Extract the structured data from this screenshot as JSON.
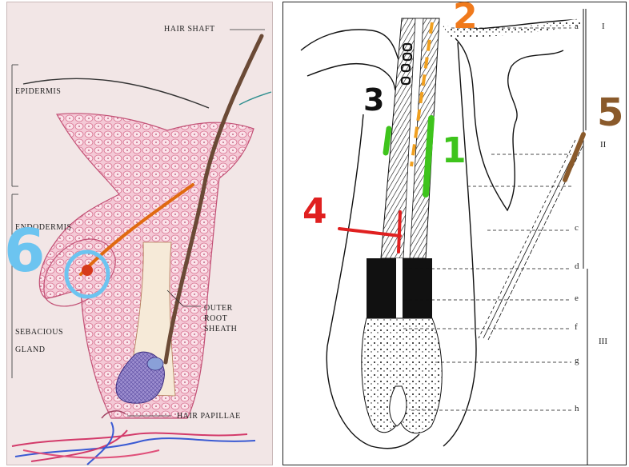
{
  "left_panel": {
    "labels": {
      "hair_shaft": "HAIR SHAFT",
      "epidermis": "EPIDERMIS",
      "endodermis": "ENDODERMIS",
      "sebaceous_line1": "SEBACIOUS",
      "sebaceous_line2": "GLAND",
      "outer_line1": "OUTER",
      "outer_line2": "ROOT",
      "outer_line3": "SHEATH",
      "hair_papillae": "HAIR PAPILLAE"
    },
    "annotation_number": "6",
    "annotation_color": "#6cc4f0"
  },
  "right_panel": {
    "letters": [
      "a",
      "c",
      "d",
      "e",
      "f",
      "g",
      "h"
    ],
    "roman": [
      "I",
      "II",
      "III"
    ],
    "annotations": [
      {
        "text": "1",
        "color": "#3ec41c"
      },
      {
        "text": "2",
        "color": "#f07a1c"
      },
      {
        "text": "3",
        "color": "#111111"
      },
      {
        "text": "4",
        "color": "#e02020"
      },
      {
        "text": "5",
        "color": "#8a5a2b"
      }
    ]
  }
}
